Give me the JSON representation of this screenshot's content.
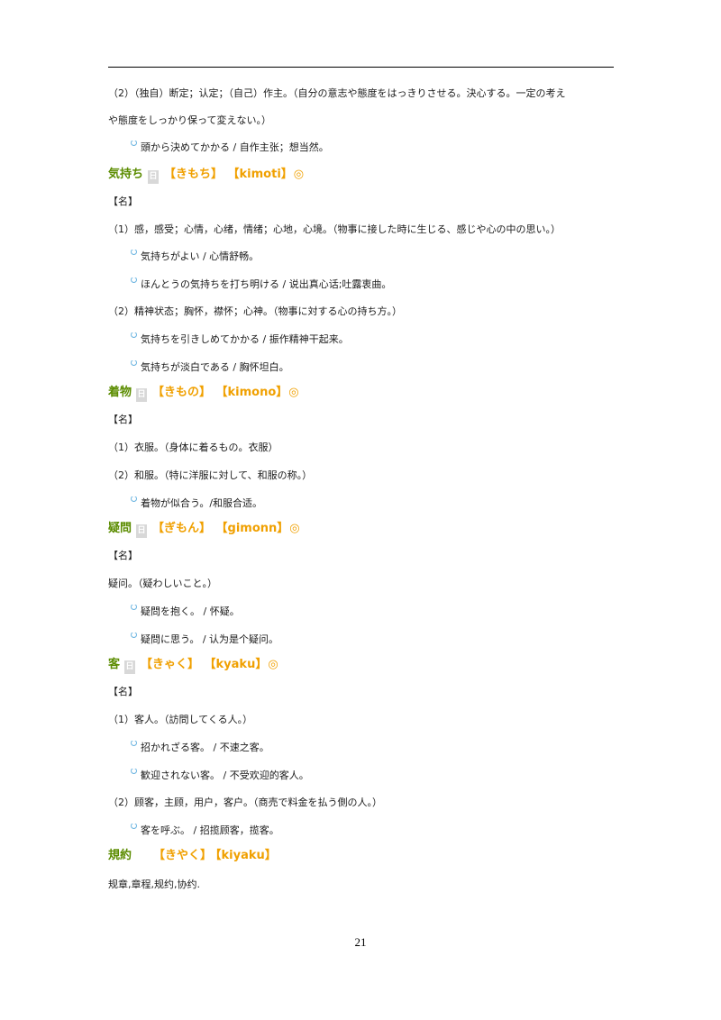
{
  "intro": {
    "line1": "（2）（独自）断定；认定；（自己）作主。（自分の意志や態度をはっきりさせる。決心する。一定の考え",
    "line2": "や態度をしっかり保って変えない。）",
    "example": "頭から決めてかかる / 自作主张；想当然。"
  },
  "entries": [
    {
      "word": "気持ち",
      "reading": "【きもち】",
      "romaji": "【kimoti】",
      "mark": "◎",
      "badge": "日",
      "pos": "【名】",
      "lines": [
        "（1）感，感受；心情，心绪，情绪；心地，心境。（物事に接した時に生じる、感じや心の中の思い。）"
      ],
      "ex1": [
        "気持ちがよい / 心情舒畅。",
        "ほんとうの気持ちを打ち明ける / 说出真心话;吐露衷曲。"
      ],
      "sense2": "（2）精神状态；胸怀，襟怀；心神。（物事に対する心の持ち方。）",
      "ex2": [
        "気持ちを引きしめてかかる / 振作精神干起来。",
        "気持ちが淡白である / 胸怀坦白。"
      ]
    },
    {
      "word": "着物",
      "reading": "【きもの】",
      "romaji": "【kimono】",
      "mark": "◎",
      "badge": "日",
      "pos": "【名】",
      "sense1": "（1）衣服。（身体に着るもの。衣服）",
      "sense2": "（2）和服。（特に洋服に対して、和服の称。）",
      "ex2": [
        "着物が似合う。/和服合适。"
      ]
    },
    {
      "word": "疑問",
      "reading": "【ぎもん】",
      "romaji": "【gimonn】",
      "mark": "◎",
      "badge": "日",
      "pos": "【名】",
      "sense1": "疑问。（疑わしいこと。）",
      "ex1": [
        "疑問を抱く。 / 怀疑。",
        "疑問に思う。 / 认为是个疑问。"
      ]
    },
    {
      "word": "客",
      "reading": "【きゃく】",
      "romaji": "【kyaku】",
      "mark": "◎",
      "badge": "日",
      "pos": "【名】",
      "sense1": "（1）客人。（訪問してくる人。）",
      "ex1": [
        "招かれざる客。 / 不速之客。",
        "歓迎されない客。 / 不受欢迎的客人。"
      ],
      "sense2": "（2）顾客，主顾，用户，客户。（商売で料金を払う側の人。）",
      "ex2": [
        "客を呼ぶ。 / 招揽顾客，揽客。"
      ]
    },
    {
      "word": "規約",
      "reading": "【きやく】",
      "romaji": "【kiyaku】",
      "sense1": "规章,章程,规约,协约."
    }
  ],
  "page_number": "21"
}
